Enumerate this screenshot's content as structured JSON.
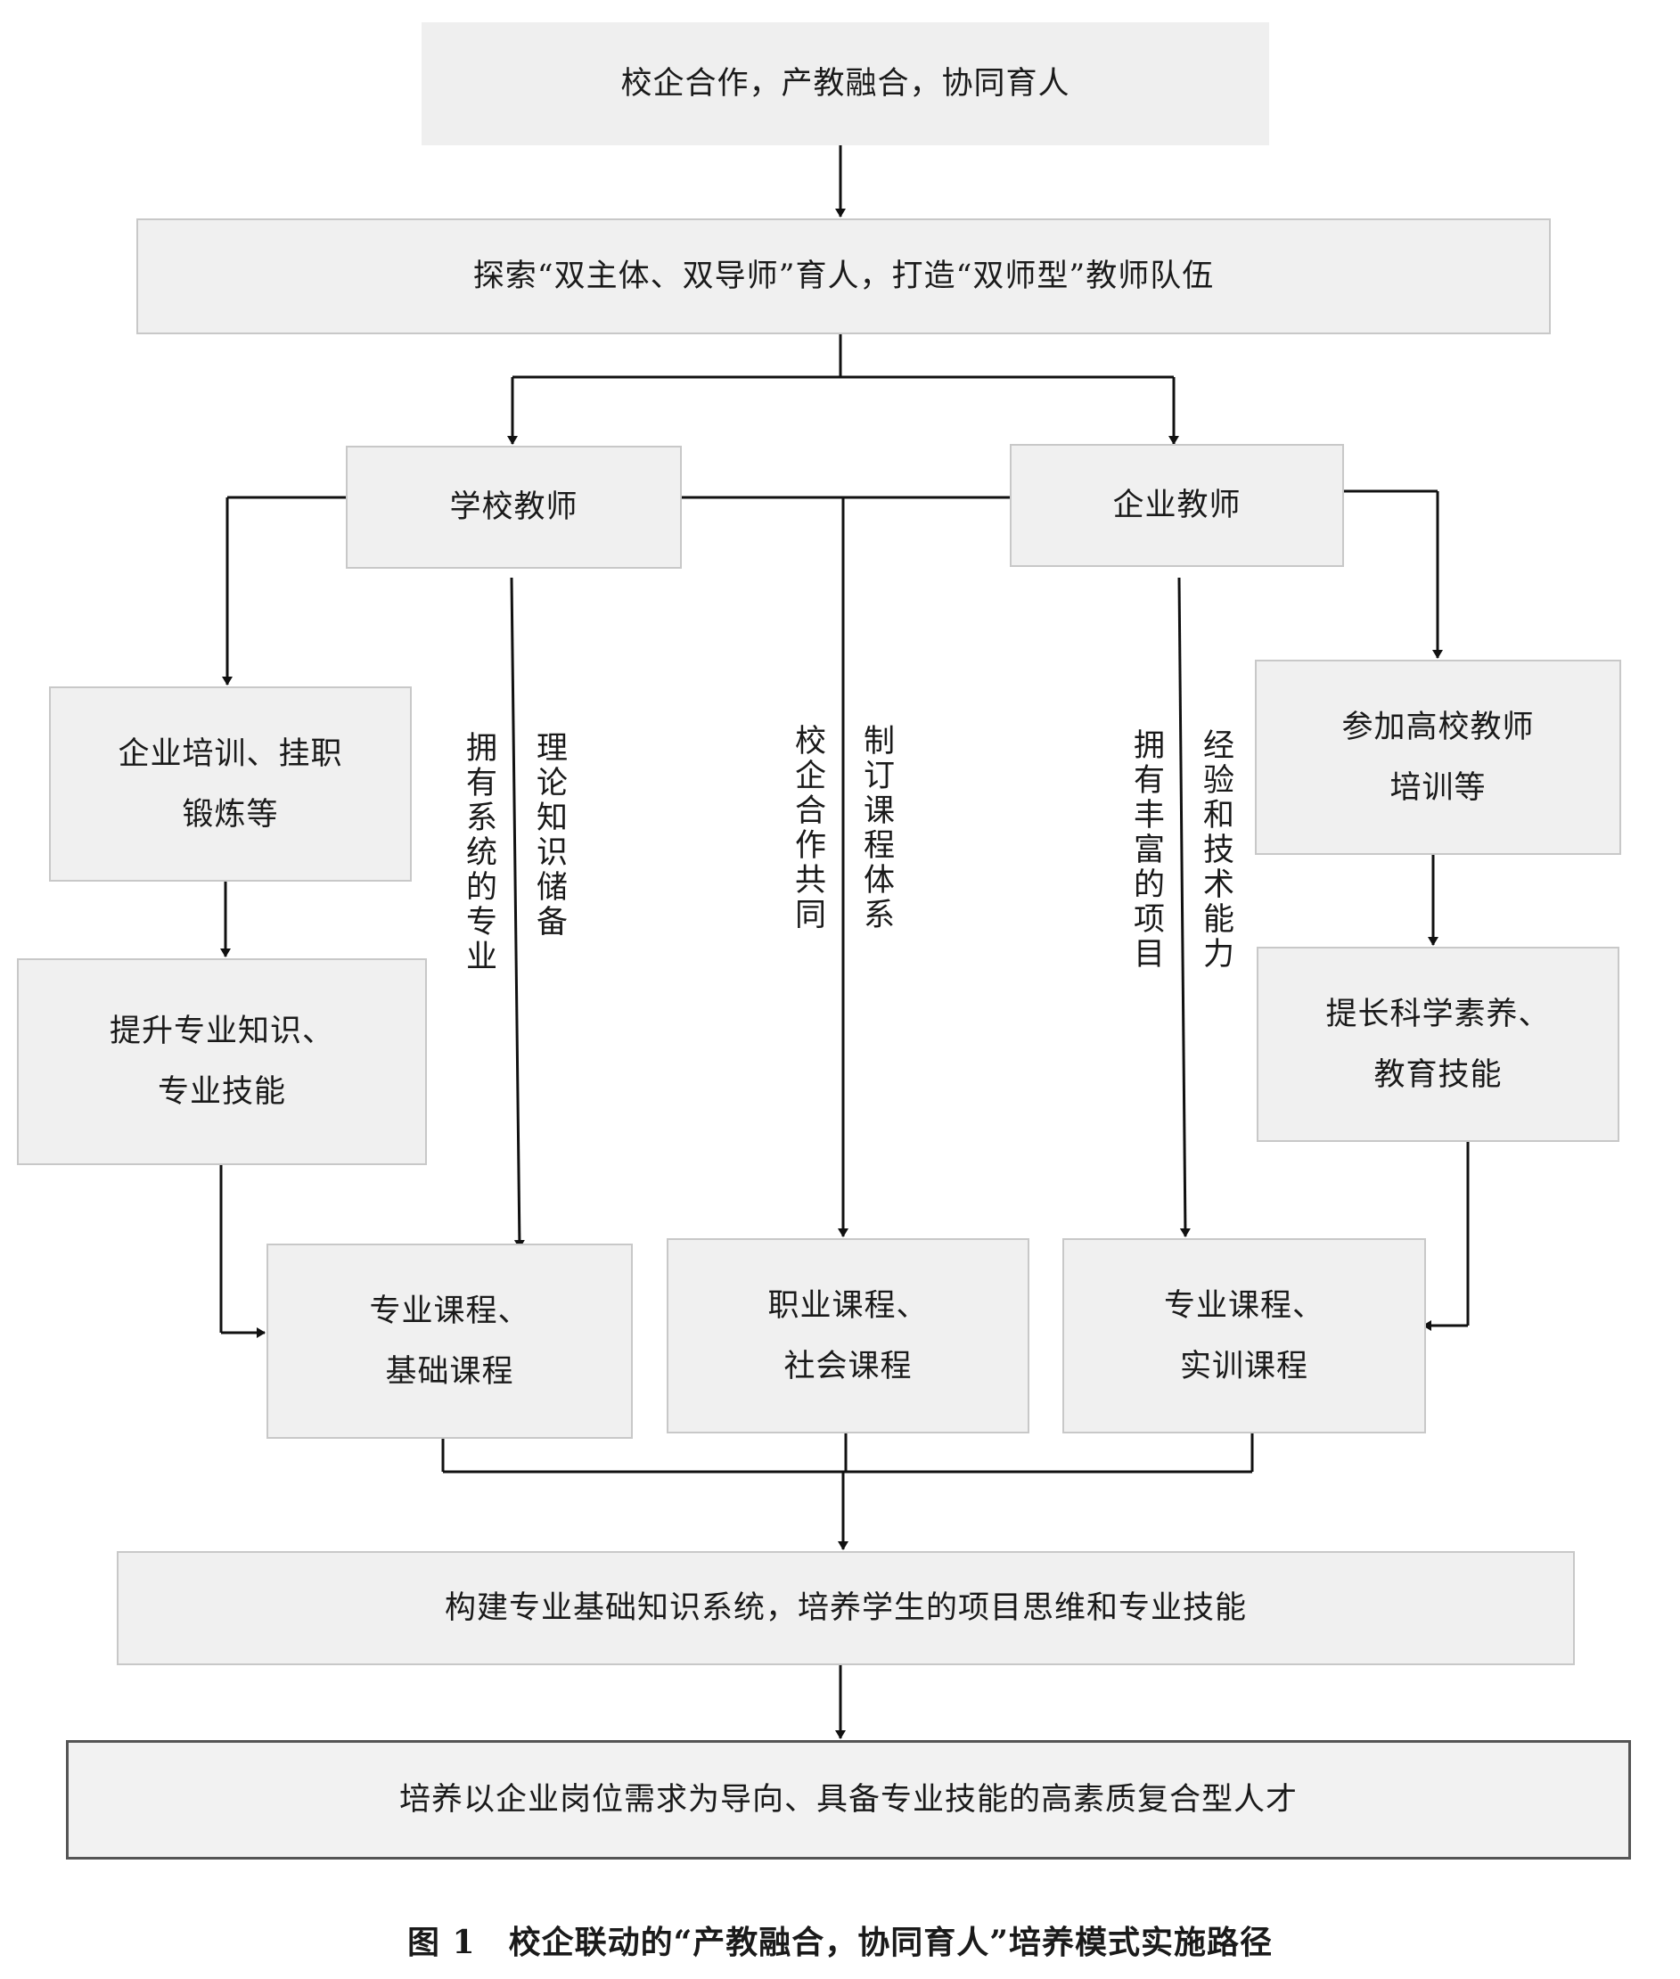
{
  "diagram": {
    "nodes": {
      "top": "校企合作，产教融合，协同育人",
      "explore": "探索“双主体、双导师”育人，打造“双师型”教师队伍",
      "school_teacher": "学校教师",
      "enterprise_teacher": "企业教师",
      "left_training": [
        "企业培训、挂职",
        "锻炼等"
      ],
      "left_improve": [
        "提升专业知识、",
        "专业技能"
      ],
      "right_training": [
        "参加高校教师",
        "培训等"
      ],
      "right_improve": [
        "提长科学素养、",
        "教育技能"
      ],
      "course_left": [
        "专业课程、",
        "基础课程"
      ],
      "course_mid": [
        "职业课程、",
        "社会课程"
      ],
      "course_right": [
        "专业课程、",
        "实训课程"
      ],
      "build": "构建专业基础知识系统，培养学生的项目思维和专业技能",
      "final": "培养以企业岗位需求为导向、具备专业技能的高素质复合型人才"
    },
    "edge_labels": {
      "school_a": "拥有系统的专业",
      "school_b": "理论知识储备",
      "mid_a": "校企合作共同",
      "mid_b": "制订课程体系",
      "ent_a": "拥有丰富的项目",
      "ent_b": "经验和技术能力"
    }
  },
  "caption": "图 1　校企联动的“产教融合，协同育人”培养模式实施路径",
  "colors": {
    "box_fill": "#f0f0f0",
    "box_border": "#c8c8c8",
    "line": "#111111"
  }
}
